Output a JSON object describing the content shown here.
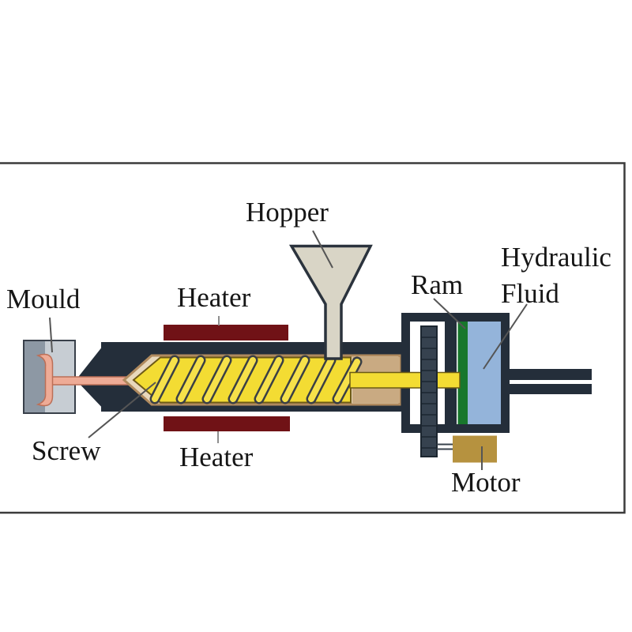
{
  "figure": {
    "title": "Injection moulding machine diagram",
    "labels": {
      "hopper": "Hopper",
      "mould": "Mould",
      "heater_top": "Heater",
      "heater_bottom": "Heater",
      "ram": "Ram",
      "hydraulic_line1": "Hydraulic",
      "hydraulic_line2": "Fluid",
      "screw": "Screw",
      "motor": "Motor"
    },
    "colors": {
      "barrel_dark": "#242e3a",
      "screw_yellow": "#f3dc33",
      "flight_yellow": "#f6e14a",
      "heater_red": "#701216",
      "ram_green": "#18772c",
      "hydraulic_blue": "#94b4da",
      "motor_gold": "#b6923f",
      "mould_grey_light": "#c7cdd3",
      "mould_grey_dark": "#8d98a4",
      "melt_pink": "#eeab96",
      "hopper_beige": "#d9d5c6",
      "chamber_tan": "#c9aa82",
      "chamber_cream": "#e8d8bc",
      "rack_steel": "#36424f",
      "frame_line": "#3b3b3b"
    }
  }
}
